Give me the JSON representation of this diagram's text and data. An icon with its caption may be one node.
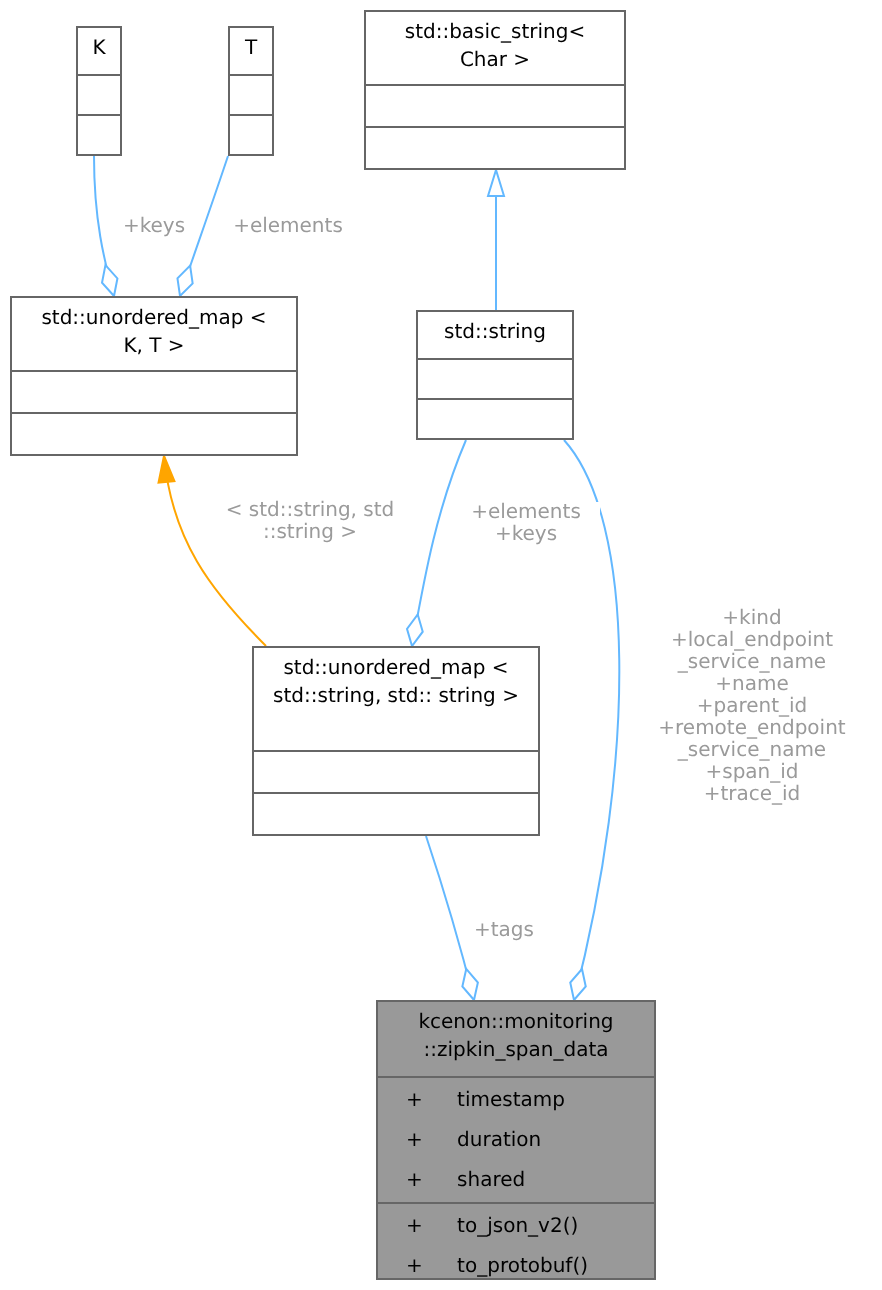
{
  "diagram": {
    "nodes": [
      {
        "text": [
          "K"
        ]
      },
      {
        "text": [
          "T"
        ]
      },
      {
        "text": [
          "std::unordered_map < K, T >"
        ]
      },
      {
        "text": [
          "std::basic_string< Char >"
        ]
      },
      {
        "text": [
          "std::string"
        ]
      },
      {
        "text": [
          "std::unordered_map < std::string, std:: string >"
        ]
      },
      {
        "text": [
          "kcenon::monitoring ::zipkin_span_data",
          "+ timestamp",
          "+ duration",
          "+ shared",
          "+ to_json_v2()",
          "+ to_protobuf()"
        ]
      }
    ],
    "edges": [
      {
        "from": 0,
        "to": 2,
        "arrow": "other",
        "label": "+keys"
      },
      {
        "from": 1,
        "to": 2,
        "arrow": "other",
        "label": "+elements"
      },
      {
        "from": 4,
        "to": 3,
        "arrow": "to"
      },
      {
        "from": 5,
        "to": 2,
        "arrow": "to",
        "label": "< std::string, std ::string >",
        "color": "#ffa500"
      },
      {
        "from": 4,
        "to": 5,
        "arrow": "other",
        "label": "+elements +keys"
      },
      {
        "from": 5,
        "to": 6,
        "arrow": "other",
        "label": "+tags"
      },
      {
        "from": 4,
        "to": 6,
        "arrow": "other",
        "label": "+kind +local_endpoint _service_name +name +parent_id +remote_endpoint _service_name +span_id +trace_id"
      }
    ]
  }
}
